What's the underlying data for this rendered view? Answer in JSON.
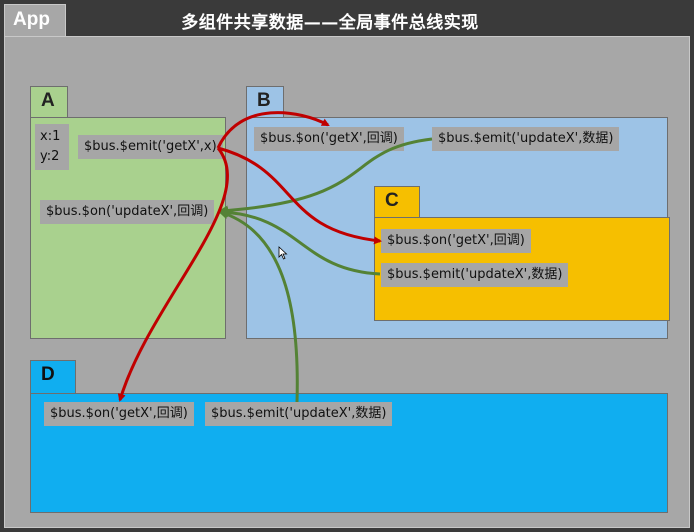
{
  "title": "多组件共享数据——全局事件总线实现",
  "app": {
    "label": "App"
  },
  "components": {
    "a": {
      "label": "A",
      "data_lines": [
        "x:1",
        "y:2"
      ],
      "emit": "$bus.$emit('getX',x)",
      "on": "$bus.$on('updateX',回调)"
    },
    "b": {
      "label": "B",
      "on": "$bus.$on('getX',回调)",
      "emit": "$bus.$emit('updateX',数据)"
    },
    "c": {
      "label": "C",
      "on": "$bus.$on('getX',回调)",
      "emit": "$bus.$emit('updateX',数据)"
    },
    "d": {
      "label": "D",
      "on": "$bus.$on('getX',回调)",
      "emit": "$bus.$emit('updateX',数据)"
    }
  },
  "colors": {
    "getx_arrow": "#c00000",
    "updatex_arrow": "#548235",
    "component_a": "#a9d18e",
    "component_b": "#9dc3e6",
    "component_c": "#f6bf00",
    "component_d": "#10aef0"
  }
}
